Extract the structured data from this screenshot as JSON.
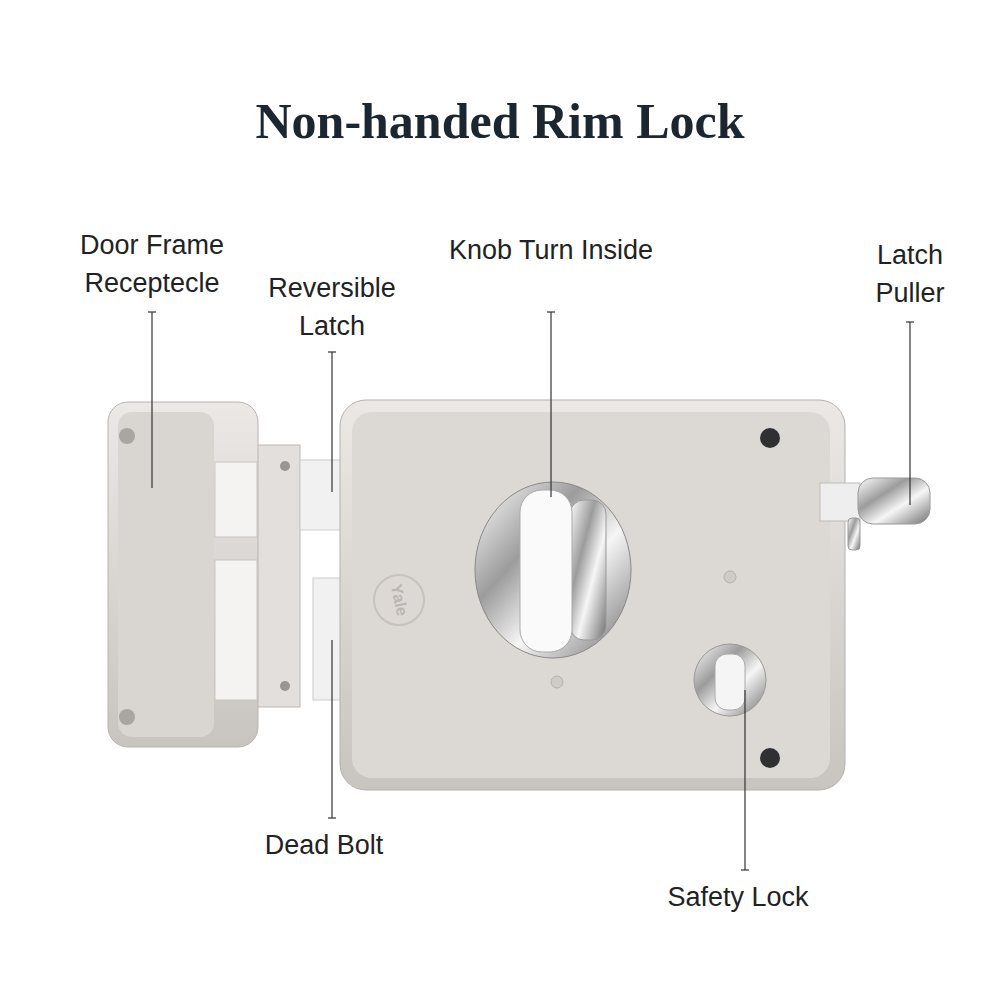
{
  "diagram": {
    "title": "Non-handed Rim Lock",
    "labels": [
      "Door Frame Receptecle",
      "Reversible Latch",
      "Knob Turn Inside",
      "Latch Puller",
      "Dead Bolt",
      "Safety Lock",
      "Yale"
    ]
  }
}
